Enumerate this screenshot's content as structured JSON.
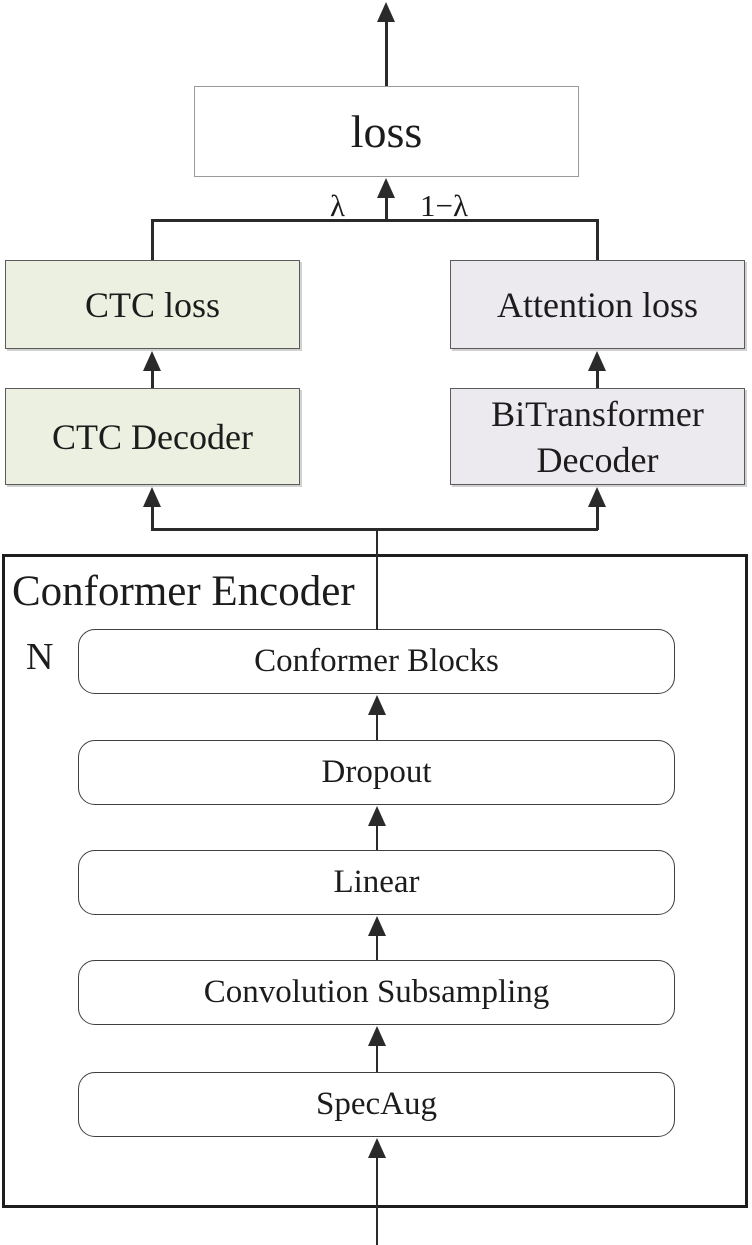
{
  "figure": {
    "loss_label": "loss",
    "weights": {
      "ctc_weight": "λ",
      "attention_weight": "1−λ"
    },
    "left_branch": {
      "loss": "CTC loss",
      "decoder": "CTC Decoder"
    },
    "right_branch": {
      "loss": "Attention loss",
      "decoder_line1": "BiTransformer",
      "decoder_line2": "Decoder"
    },
    "encoder": {
      "title": "Conformer Encoder",
      "repeat_label": "N",
      "blocks": [
        "Conformer Blocks",
        "Dropout",
        "Linear",
        "Convolution Subsampling",
        "SpecAug"
      ]
    },
    "colors": {
      "ctc_fill": "#EBF0E0",
      "attention_fill": "#ECE9EF",
      "line": "#2a2a2a"
    }
  }
}
